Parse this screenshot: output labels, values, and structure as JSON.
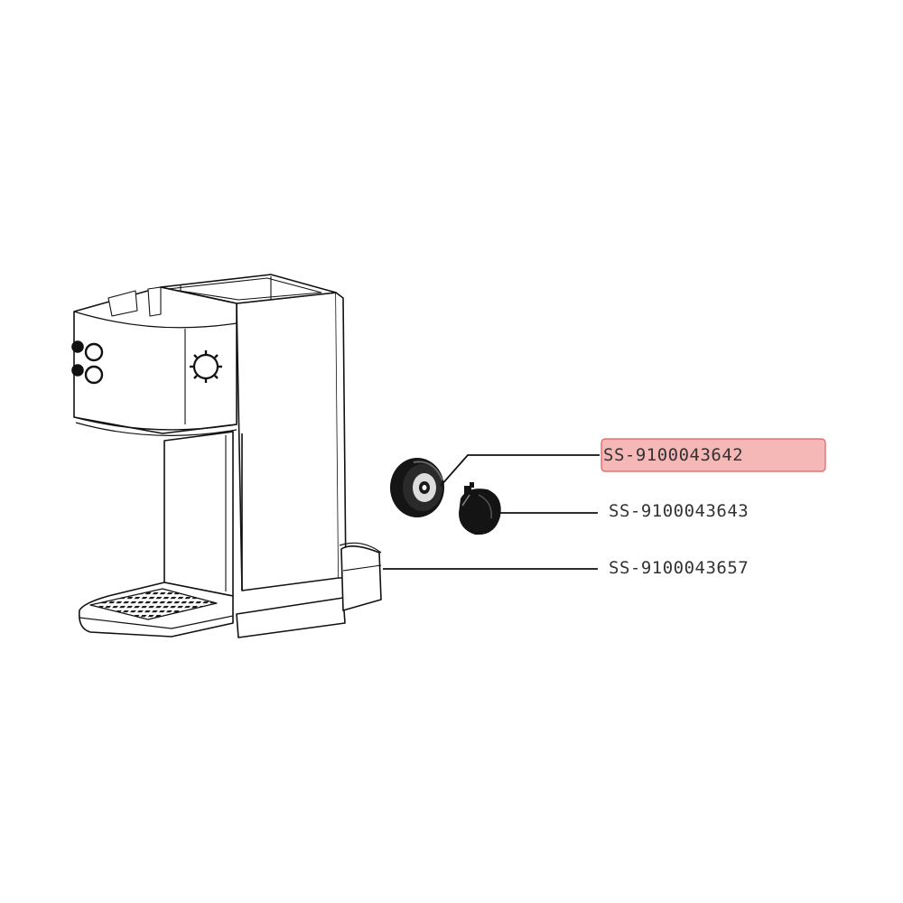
{
  "parts": [
    {
      "part_number": "SS-9100043642",
      "highlighted": true
    },
    {
      "part_number": "SS-9100043643",
      "highlighted": false
    },
    {
      "part_number": "SS-9100043657",
      "highlighted": false
    }
  ],
  "colors": {
    "highlight_fill": "#f6b7b7",
    "highlight_border": "#e06060",
    "line": "#111111",
    "label_text": "#333333"
  }
}
